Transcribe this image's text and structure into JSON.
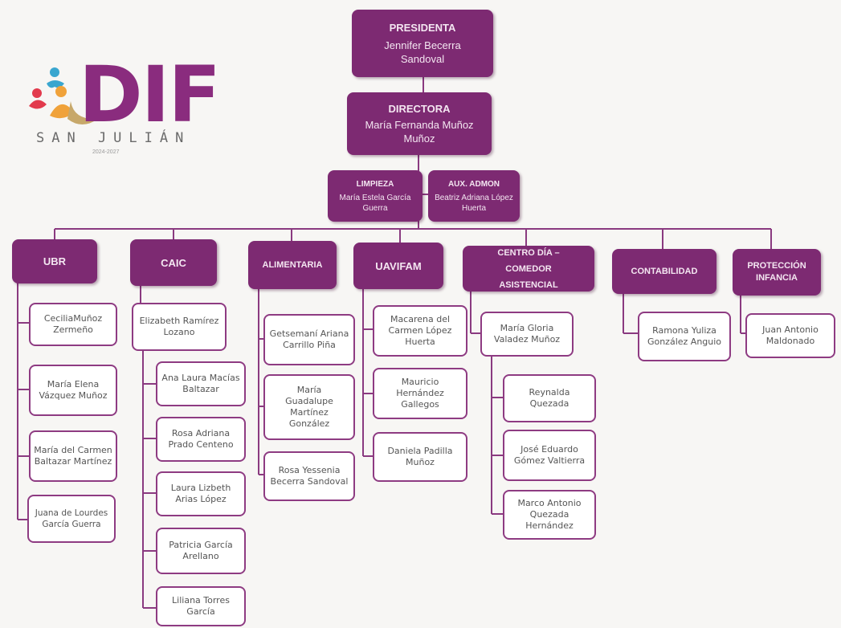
{
  "logo": {
    "name": "DIF",
    "place": "SAN JULIÁN",
    "years": "2024-2027"
  },
  "presidenta": {
    "title": "PRESIDENTA",
    "name": "Jennifer Becerra Sandoval"
  },
  "directora": {
    "title": "DIRECTORA",
    "name": "María Fernanda Muñoz Muñoz"
  },
  "limpieza": {
    "title": "LIMPIEZA",
    "name": "María Estela García Guerra"
  },
  "aux_admon": {
    "title": "AUX. ADMON",
    "name": "Beatriz Adriana López Huerta"
  },
  "departments": {
    "ubr": {
      "title": "UBR",
      "members": [
        "CeciliaMuñoz Zermeño",
        "María Elena Vázquez Muñoz",
        "María del Carmen Baltazar Martínez",
        "Juana de Lourdes García Guerra"
      ]
    },
    "caic": {
      "title": "CAIC",
      "head": "Elizabeth Ramírez Lozano",
      "members": [
        "Ana Laura Macías Baltazar",
        "Rosa Adriana Prado Centeno",
        "Laura Lizbeth Arias López",
        "Patricia García Arellano",
        "Liliana Torres García"
      ]
    },
    "alimentaria": {
      "title": "ALIMENTARIA",
      "members": [
        "Getsemaní Ariana Carrillo Piña",
        "María Guadalupe Martínez González",
        "Rosa Yessenia Becerra Sandoval"
      ]
    },
    "uavifam": {
      "title": "UAVIFAM",
      "members": [
        "Macarena del Carmen López Huerta",
        "Mauricio Hernández Gallegos",
        "Daniela Padilla Muñoz"
      ]
    },
    "centro_dia": {
      "title": "CENTRO DÍA – COMEDOR ASISTENCIAL",
      "head": "María Gloria Valadez Muñoz",
      "members": [
        "Reynalda Quezada",
        "José Eduardo Gómez Valtierra",
        "Marco Antonio Quezada Hernández"
      ]
    },
    "contabilidad": {
      "title": "CONTABILIDAD",
      "members": [
        "Ramona Yuliza González Anguio"
      ]
    },
    "proteccion": {
      "title": "PROTECCIÓN INFANCIA",
      "members": [
        "Juan Antonio Maldonado"
      ]
    }
  },
  "colors": {
    "primary": "#7d2a72",
    "border": "#8e3b82",
    "line": "#8a3a80"
  }
}
